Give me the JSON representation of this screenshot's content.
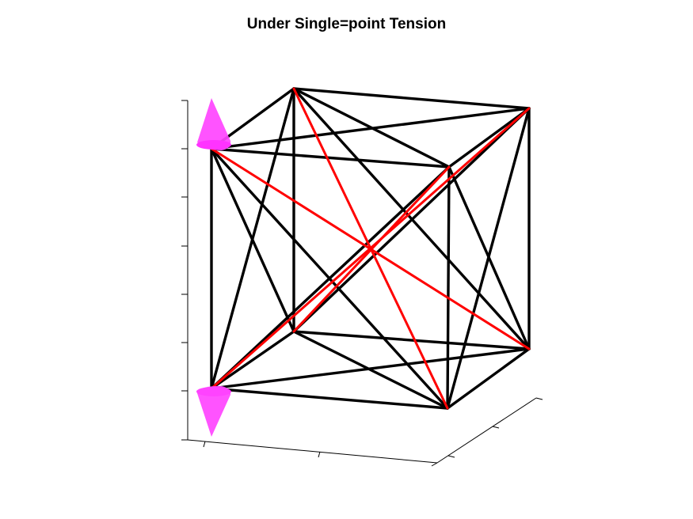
{
  "figure": {
    "title": "Under Single=point Tension"
  },
  "colors": {
    "edge": "#000000",
    "diagonal": "#ff0000",
    "load_marker": "#ff44ff",
    "axis": "#000000",
    "background": "#ffffff"
  },
  "structure": {
    "description_type": "cube tensegrity frame",
    "edge_style": "black",
    "brace_style": "red",
    "load_markers": [
      "top-left cone",
      "bottom-left cone"
    ]
  }
}
